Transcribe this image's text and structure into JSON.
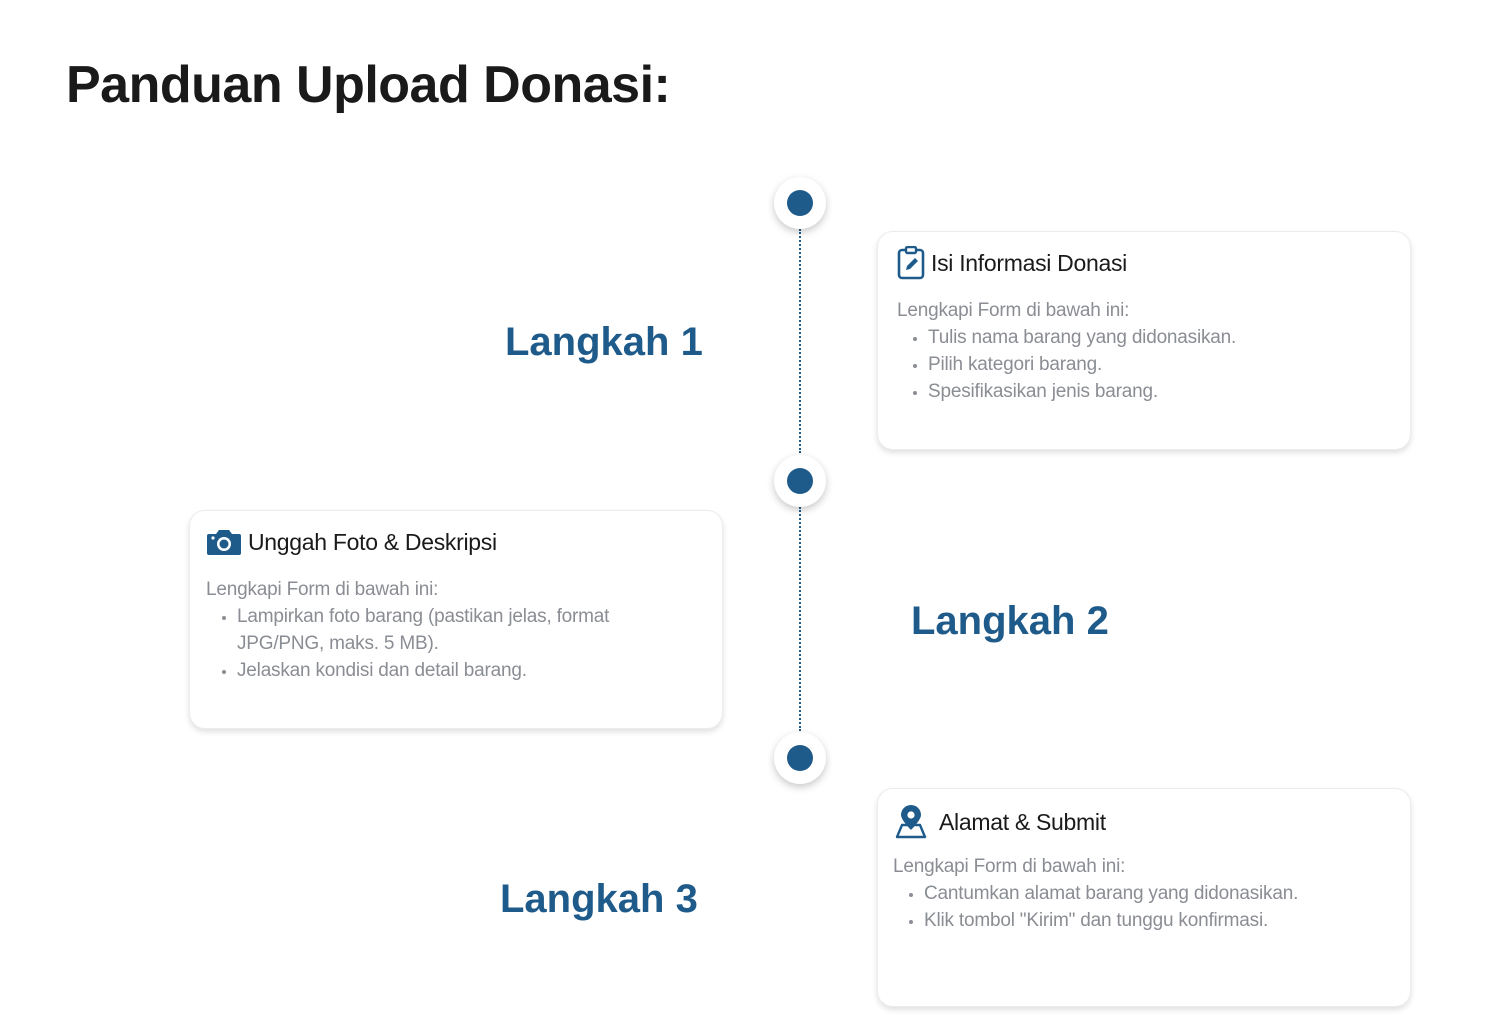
{
  "page": {
    "title": "Panduan Upload Donasi:"
  },
  "colors": {
    "accent": "#1f5b8a",
    "text_dark": "#1a1a1a",
    "text_muted": "#8a8d93"
  },
  "steps": [
    {
      "label": "Langkah 1",
      "icon": "clipboard-edit-icon",
      "title": "Isi Informasi Donasi",
      "intro": "Lengkapi Form di bawah ini:",
      "items": [
        "Tulis nama barang yang didonasikan.",
        "Pilih kategori barang.",
        "Spesifikasikan jenis barang."
      ]
    },
    {
      "label": "Langkah 2",
      "icon": "camera-icon",
      "title": "Unggah Foto & Deskripsi",
      "intro": "Lengkapi Form di bawah ini:",
      "items": [
        "Lampirkan foto barang (pastikan jelas, format JPG/PNG, maks. 5 MB).",
        "Jelaskan kondisi dan detail barang."
      ]
    },
    {
      "label": "Langkah 3",
      "icon": "map-pin-icon",
      "title": "Alamat & Submit",
      "intro": "Lengkapi Form di bawah ini:",
      "items": [
        "Cantumkan alamat barang yang didonasikan.",
        "Klik tombol \"Kirim\" dan tunggu konfirmasi."
      ]
    }
  ]
}
